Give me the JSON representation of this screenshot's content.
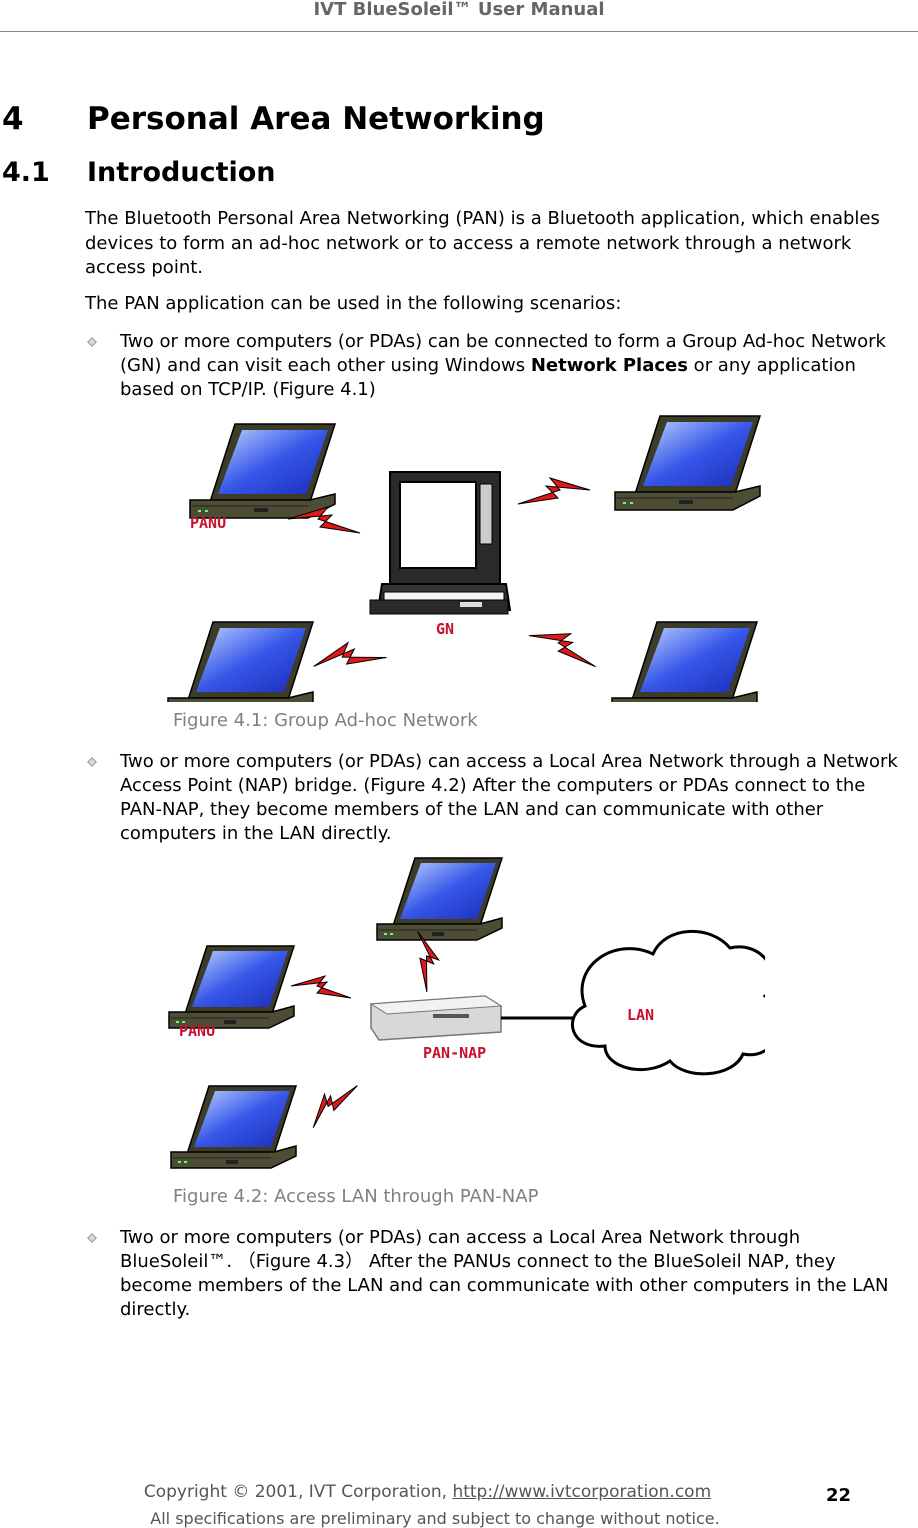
{
  "header": {
    "title": "IVT BlueSoleil™ User Manual"
  },
  "chapter": {
    "number": "4",
    "title": "Personal Area Networking"
  },
  "section": {
    "number": "4.1",
    "title": "Introduction"
  },
  "paragraphs": {
    "intro": "The Bluetooth Personal Area Networking (PAN) is a Bluetooth application, which enables devices to form an ad-hoc network or to access a remote network through a network access point.",
    "scenarios": "The PAN application can be used in the following scenarios:"
  },
  "bullets": {
    "b1_pre": "Two or more computers (or PDAs) can be connected to form a Group Ad-hoc Network (GN) and can visit each other using Windows ",
    "b1_bold": "Network Places",
    "b1_post": " or any application based on TCP/IP. (Figure 4.1)",
    "b2": "Two or more computers (or PDAs) can access a Local Area Network through a Network Access Point (NAP) bridge. (Figure 4.2) After the computers or PDAs connect to the PAN-NAP, they become members of the LAN and can communicate with other computers in the LAN directly.",
    "b3": "Two or more computers (or PDAs) can access a Local Area Network through BlueSoleil™. （Figure 4.3） After the PANUs connect to the BlueSoleil NAP, they become members of the LAN and can communicate with other computers in the LAN directly."
  },
  "figures": {
    "fig1": {
      "caption": "Figure 4.1: Group Ad-hoc Network",
      "label_panu": "PANU",
      "label_gn": "GN"
    },
    "fig2": {
      "caption": "Figure 4.2: Access LAN through PAN-NAP",
      "label_panu": "PANU",
      "label_nap": "PAN-NAP",
      "label_lan": "LAN"
    }
  },
  "footer": {
    "copyright_pre": "Copyright © 2001, IVT Corporation, ",
    "link": "http://www.ivtcorporation.com",
    "note": "All specifications are preliminary and subject to change without notice.",
    "page_number": "22"
  },
  "colors": {
    "accent_label": "#c8102e",
    "caption": "#808080",
    "header": "#666666"
  }
}
